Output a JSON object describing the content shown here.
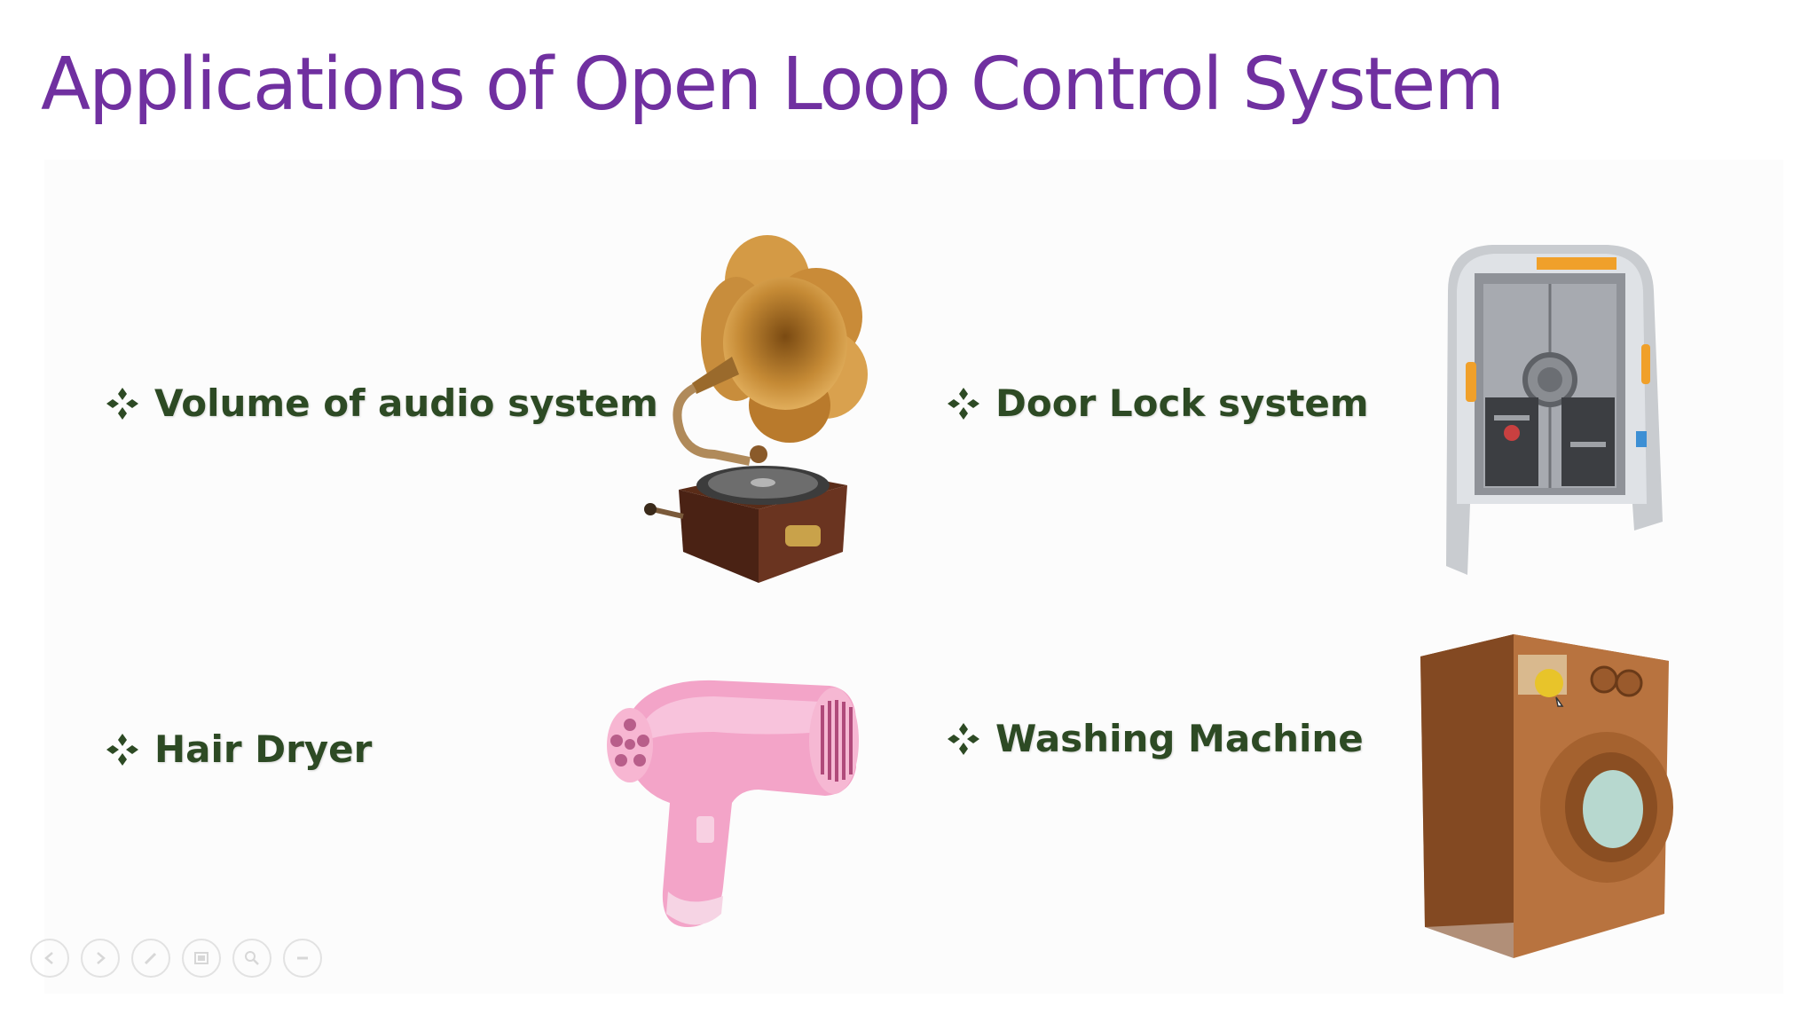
{
  "slide": {
    "title": "Applications of Open Loop Control System",
    "bullets": [
      "Volume of audio system",
      "Door Lock system",
      "Hair Dryer",
      "Washing Machine"
    ]
  },
  "colors": {
    "title": "#7030a0",
    "bullet_text": "#2d4a24"
  },
  "images": [
    "gramophone",
    "vault-door",
    "hair-dryer",
    "washing-machine"
  ],
  "presenter_toolbar": [
    "previous-icon",
    "next-icon",
    "pen-icon",
    "slides-icon",
    "zoom-icon",
    "more-icon"
  ]
}
